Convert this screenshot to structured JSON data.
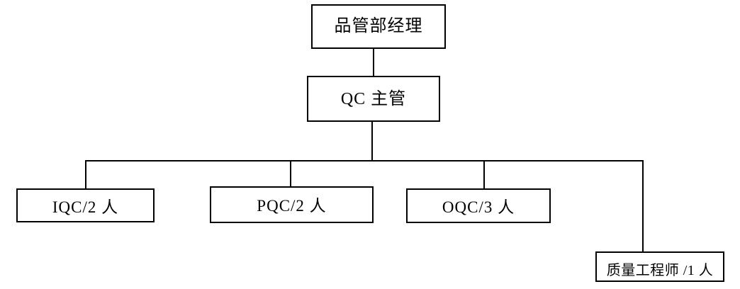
{
  "diagram": {
    "type": "org-chart",
    "nodes": {
      "manager": {
        "label": "品管部经理"
      },
      "supervisor": {
        "label": "QC 主管"
      },
      "iqc": {
        "label": "IQC/2 人"
      },
      "pqc": {
        "label": "PQC/2 人"
      },
      "oqc": {
        "label": "OQC/3 人"
      },
      "engineer": {
        "label": "质量工程师 /1 人"
      }
    },
    "edges": [
      {
        "from": "manager",
        "to": "supervisor"
      },
      {
        "from": "supervisor",
        "to": "iqc"
      },
      {
        "from": "supervisor",
        "to": "pqc"
      },
      {
        "from": "supervisor",
        "to": "oqc"
      },
      {
        "from": "supervisor",
        "to": "engineer"
      }
    ],
    "colors": {
      "line": "#000000",
      "text": "#000000",
      "background": "#ffffff"
    }
  }
}
